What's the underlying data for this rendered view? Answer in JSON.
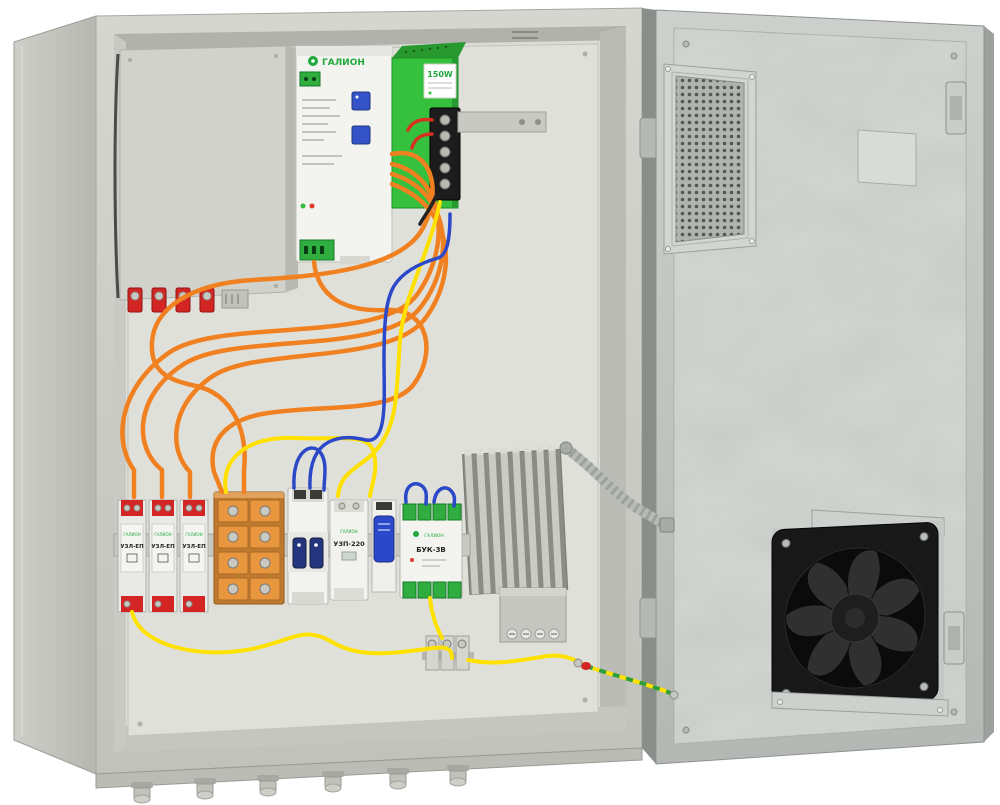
{
  "modules": {
    "controller": {
      "brand": "ГАЛИОН"
    },
    "power_supply": {
      "power": "150W"
    },
    "surge_protectors": [
      {
        "brand": "ГАЛИОН",
        "label": "УЗЛ-ЕП"
      },
      {
        "brand": "ГАЛИОН",
        "label": "УЗЛ-ЕП"
      },
      {
        "brand": "ГАЛИОН",
        "label": "УЗЛ-ЕП"
      }
    ],
    "surge_220": {
      "brand": "ГАЛИОН",
      "label": "УЗП-220"
    },
    "control_unit": {
      "brand": "ГАЛИОН",
      "label": "БУК-3В"
    }
  },
  "colors": {
    "brand_green": "#1faa3c",
    "psu_green": "#35c13d",
    "wire_orange": "#f08020",
    "wire_yellow": "#ffe100",
    "wire_blue": "#2b48c8",
    "wire_red": "#d83020",
    "wire_black": "#222222",
    "ground_green": "#2f9e3f",
    "terminal_red": "#d42525",
    "terminal_orange": "#e8973f"
  }
}
